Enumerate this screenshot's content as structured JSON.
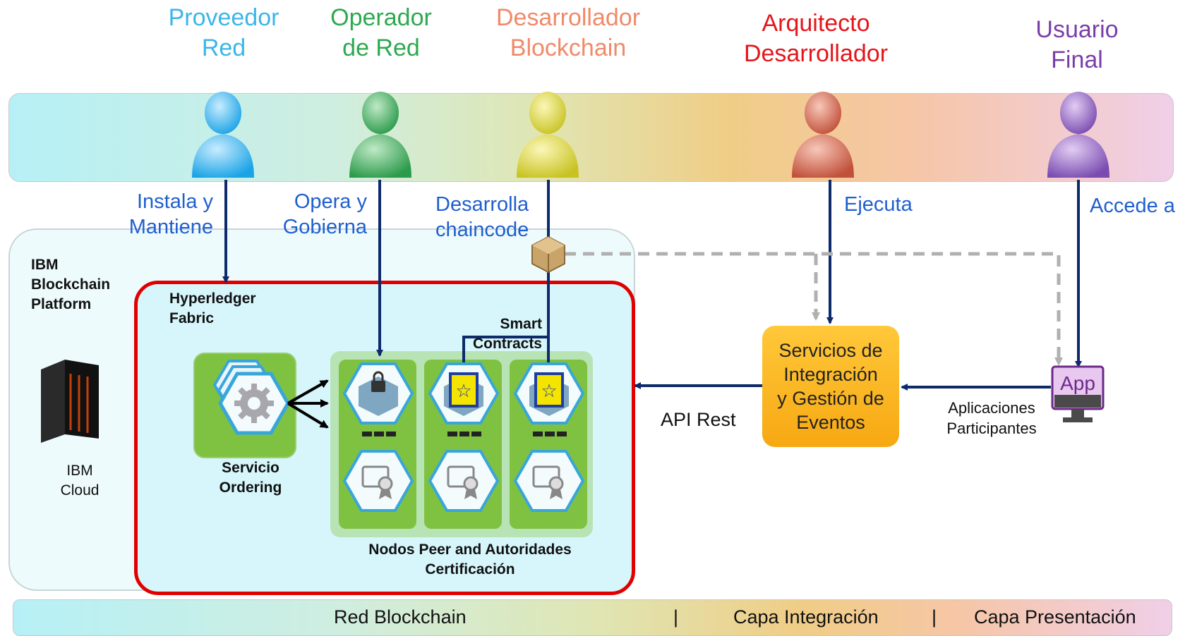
{
  "roles": [
    {
      "line1": "Proveedor",
      "line2": "Red",
      "color": "#3bb6e8"
    },
    {
      "line1": "Operador",
      "line2": "de Red",
      "color": "#2da94f"
    },
    {
      "line1": "Desarrollador",
      "line2": "Blockchain",
      "color": "#f08a6a"
    },
    {
      "line1": "Arquitecto",
      "line2": "Desarrollador",
      "color": "#e4161b"
    },
    {
      "line1": "Usuario",
      "line2": "Final",
      "color": "#7a3ea8"
    }
  ],
  "actions": {
    "instala_line1": "Instala y",
    "instala_line2": "Mantiene",
    "opera_line1": "Opera y",
    "opera_line2": "Gobierna",
    "desarrolla_line1": "Desarrolla",
    "desarrolla_line2": "chaincode",
    "ejecuta": "Ejecuta",
    "accede": "Accede a"
  },
  "platform": {
    "title_line1": "IBM",
    "title_line2": "Blockchain",
    "title_line3": "Platform",
    "cloud_line1": "IBM",
    "cloud_line2": "Cloud"
  },
  "fabric": {
    "title_line1": "Hyperledger",
    "title_line2": "Fabric",
    "smart_line1": "Smart",
    "smart_line2": "Contracts",
    "ordering_line1": "Servicio",
    "ordering_line2": "Ordering",
    "peers_line1": "Nodos Peer and Autoridades",
    "peers_line2": "Certificación"
  },
  "integration": {
    "line1": "Servicios de",
    "line2": "Integración",
    "line3": "y Gestión de",
    "line4": "Eventos",
    "api_label": "API Rest",
    "apps_line1": "Aplicaciones",
    "apps_line2": "Participantes",
    "app_icon_label": "App"
  },
  "layers": {
    "blockchain": "Red Blockchain",
    "sep": "|",
    "integration": "Capa Integración",
    "presentation": "Capa Presentación"
  },
  "colors": {
    "action_text": "#1f5fcf",
    "arrow": "#0d2a6b",
    "dashed": "#b0b0b0",
    "fabric_border": "#e00000"
  }
}
